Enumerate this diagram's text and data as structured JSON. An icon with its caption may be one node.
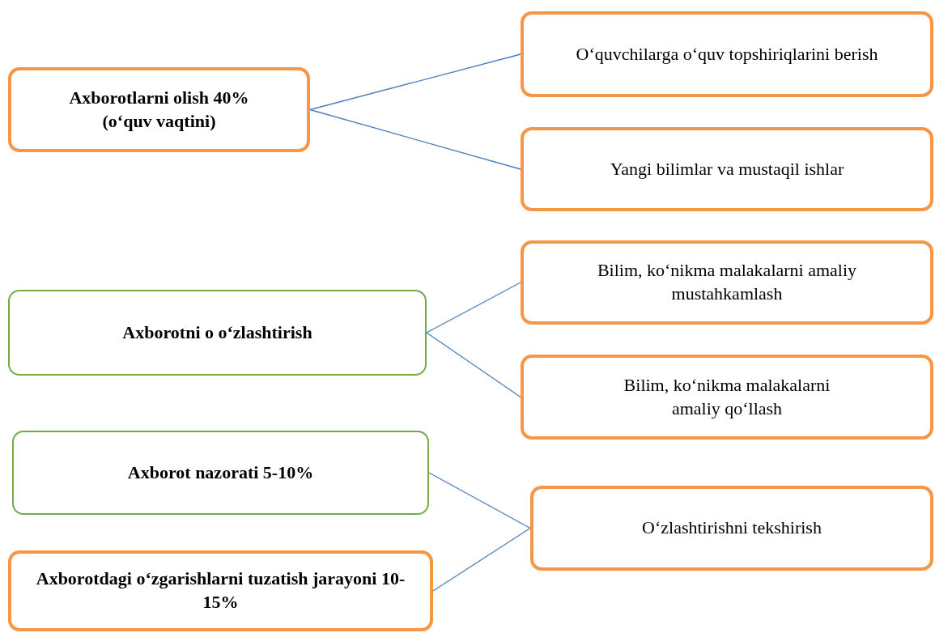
{
  "diagram": {
    "nodes": [
      {
        "text": [
          "Axborotlarni olish 40% (o‘quv vaqtini)"
        ]
      },
      {
        "text": [
          "O‘quvchilarga o‘quv topshiriqlarini berish"
        ]
      },
      {
        "text": [
          "Yangi bilimlar va mustaqil ishlar"
        ]
      },
      {
        "text": [
          "Axborotni o o‘zlashtirish"
        ]
      },
      {
        "text": [
          "Bilim, ko‘nikma malakalarni amaliy mustahkamlash"
        ]
      },
      {
        "text": [
          "Bilim, ko‘nikma malakalarni amaliy qo‘llash"
        ]
      },
      {
        "text": [
          "Axborot nazorati 5-10%"
        ]
      },
      {
        "text": [
          "Axborotdagi o‘zgarishlarni tuzatish jarayoni 10-15%"
        ]
      },
      {
        "text": [
          "O‘zlashtirishni tekshirish"
        ]
      }
    ],
    "edges": [
      {
        "from": 0,
        "to": 1,
        "arrow": "none"
      },
      {
        "from": 0,
        "to": 2,
        "arrow": "none"
      },
      {
        "from": 3,
        "to": 4,
        "arrow": "none"
      },
      {
        "from": 3,
        "to": 5,
        "arrow": "none"
      },
      {
        "from": 6,
        "to": 8,
        "arrow": "none"
      },
      {
        "from": 7,
        "to": 8,
        "arrow": "none"
      }
    ]
  }
}
